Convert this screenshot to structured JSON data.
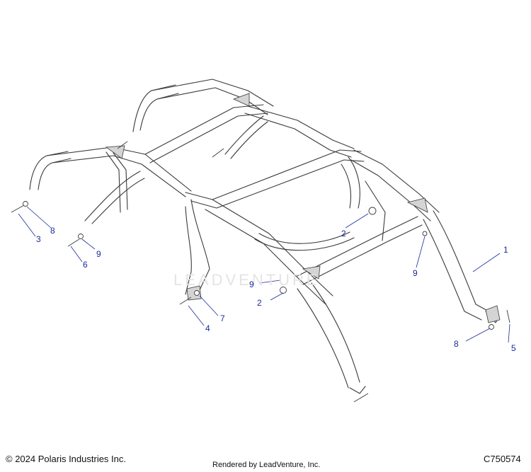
{
  "callouts": [
    {
      "id": "c1a",
      "label": "1"
    },
    {
      "id": "c2a",
      "label": "2"
    },
    {
      "id": "c2b",
      "label": "2"
    },
    {
      "id": "c3",
      "label": "3"
    },
    {
      "id": "c4",
      "label": "4"
    },
    {
      "id": "c5",
      "label": "5"
    },
    {
      "id": "c6",
      "label": "6"
    },
    {
      "id": "c7",
      "label": "7"
    },
    {
      "id": "c8a",
      "label": "8"
    },
    {
      "id": "c8b",
      "label": "8"
    },
    {
      "id": "c9a",
      "label": "9"
    },
    {
      "id": "c9b",
      "label": "9"
    },
    {
      "id": "c9c",
      "label": "9"
    }
  ],
  "footer": {
    "copyright": "© 2024 Polaris Industries Inc.",
    "rendered_by": "Rendered by LeadVenture, Inc.",
    "part_number": "C750574"
  },
  "watermark": "LEADVENTURE",
  "colors": {
    "callout": "#1a2a9a",
    "line": "#3a3a3a",
    "tube_fill": "#ffffff",
    "shade": "#d4d4d4"
  }
}
